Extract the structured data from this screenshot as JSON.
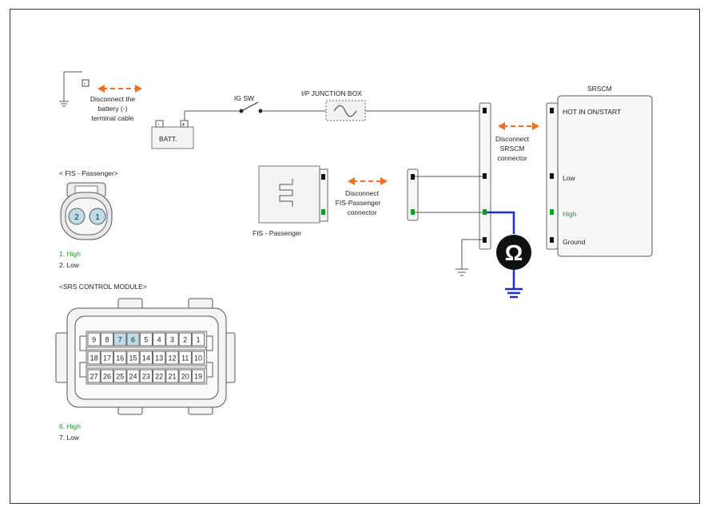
{
  "battery": {
    "disconnect_line1": "Disconnect the",
    "disconnect_line2": "battery (-)",
    "disconnect_line3": "terminal cable",
    "label": "BATT.",
    "neg": "-",
    "pos": "+"
  },
  "ig_sw": {
    "label": "IG SW"
  },
  "junction_box": {
    "label": "I/P JUNCTION BOX"
  },
  "srscm": {
    "title": "SRSCM",
    "pins": [
      "HOT IN ON/START",
      "Low",
      "High",
      "Ground"
    ],
    "disconnect_line1": "Disconnect",
    "disconnect_line2": "SRSCM",
    "disconnect_line3": "connector"
  },
  "fis_component": {
    "label": "FIS - Passenger",
    "disconnect_line1": "Disconnect",
    "disconnect_line2": "FIS-Passenger",
    "disconnect_line3": "connector"
  },
  "fis_connector": {
    "title": "< FIS - Passenger>",
    "pin_labels": [
      "2",
      "1"
    ],
    "legend": [
      {
        "text": "1. High",
        "color": "#2e8b2e"
      },
      {
        "text": "2. Low",
        "color": "#222222"
      }
    ]
  },
  "srs_module": {
    "title": "<SRS CONTROL MODULE>",
    "rows": [
      [
        "9",
        "8",
        "7",
        "6",
        "5",
        "4",
        "3",
        "2",
        "1"
      ],
      [
        "18",
        "17",
        "16",
        "15",
        "14",
        "13",
        "12",
        "11",
        "10"
      ],
      [
        "27",
        "26",
        "25",
        "24",
        "23",
        "22",
        "21",
        "20",
        "19"
      ]
    ],
    "highlighted": [
      "7",
      "6"
    ],
    "legend": [
      {
        "text": "6. High",
        "color": "#2e8b2e"
      },
      {
        "text": "7. Low",
        "color": "#222222"
      }
    ]
  },
  "meter": {
    "symbol": "Ω"
  },
  "colors": {
    "arrow": "#f07020",
    "high": "#1a9a1a",
    "probe": "#1a2fd0",
    "pin_highlight": "#bfdbe8",
    "line": "#333333"
  }
}
